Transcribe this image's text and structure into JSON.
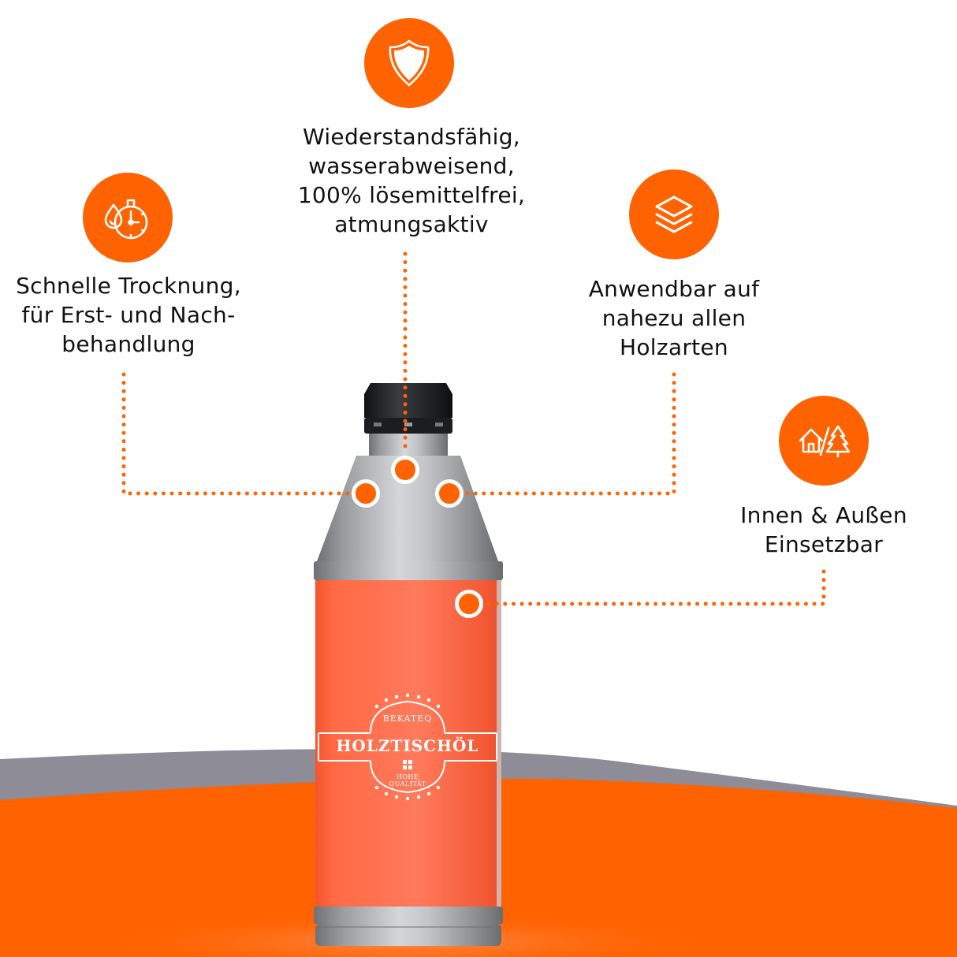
{
  "colors": {
    "accent": "#ff6200",
    "band_gray": "#8e8c96",
    "bottle_label": "#ff6a45",
    "bottle_metal": "#a8aaae",
    "cap": "#222426",
    "text": "#111111"
  },
  "features": [
    {
      "id": "drying",
      "icon": "stopwatch-droplet-icon",
      "lines": [
        "Schnelle Trocknung,",
        "für Erst- und Nach-",
        "behandlung"
      ]
    },
    {
      "id": "resistant",
      "icon": "shield-icon",
      "lines": [
        "Wiederstandsfähig,",
        "wasserabweisend,",
        "100% lösemittelfrei,",
        "atmungsaktiv"
      ]
    },
    {
      "id": "woods",
      "icon": "layers-icon",
      "lines": [
        "Anwendbar auf",
        "nahezu allen",
        "Holzarten"
      ]
    },
    {
      "id": "indoor-outdoor",
      "icon": "house-tree-icon",
      "lines": [
        "Innen & Außen",
        "Einsetzbar"
      ]
    }
  ],
  "product": {
    "brand": "BEKATEQ",
    "name": "HOLZTISCHÖL",
    "tagline": "HOHE QUALITÄT"
  }
}
